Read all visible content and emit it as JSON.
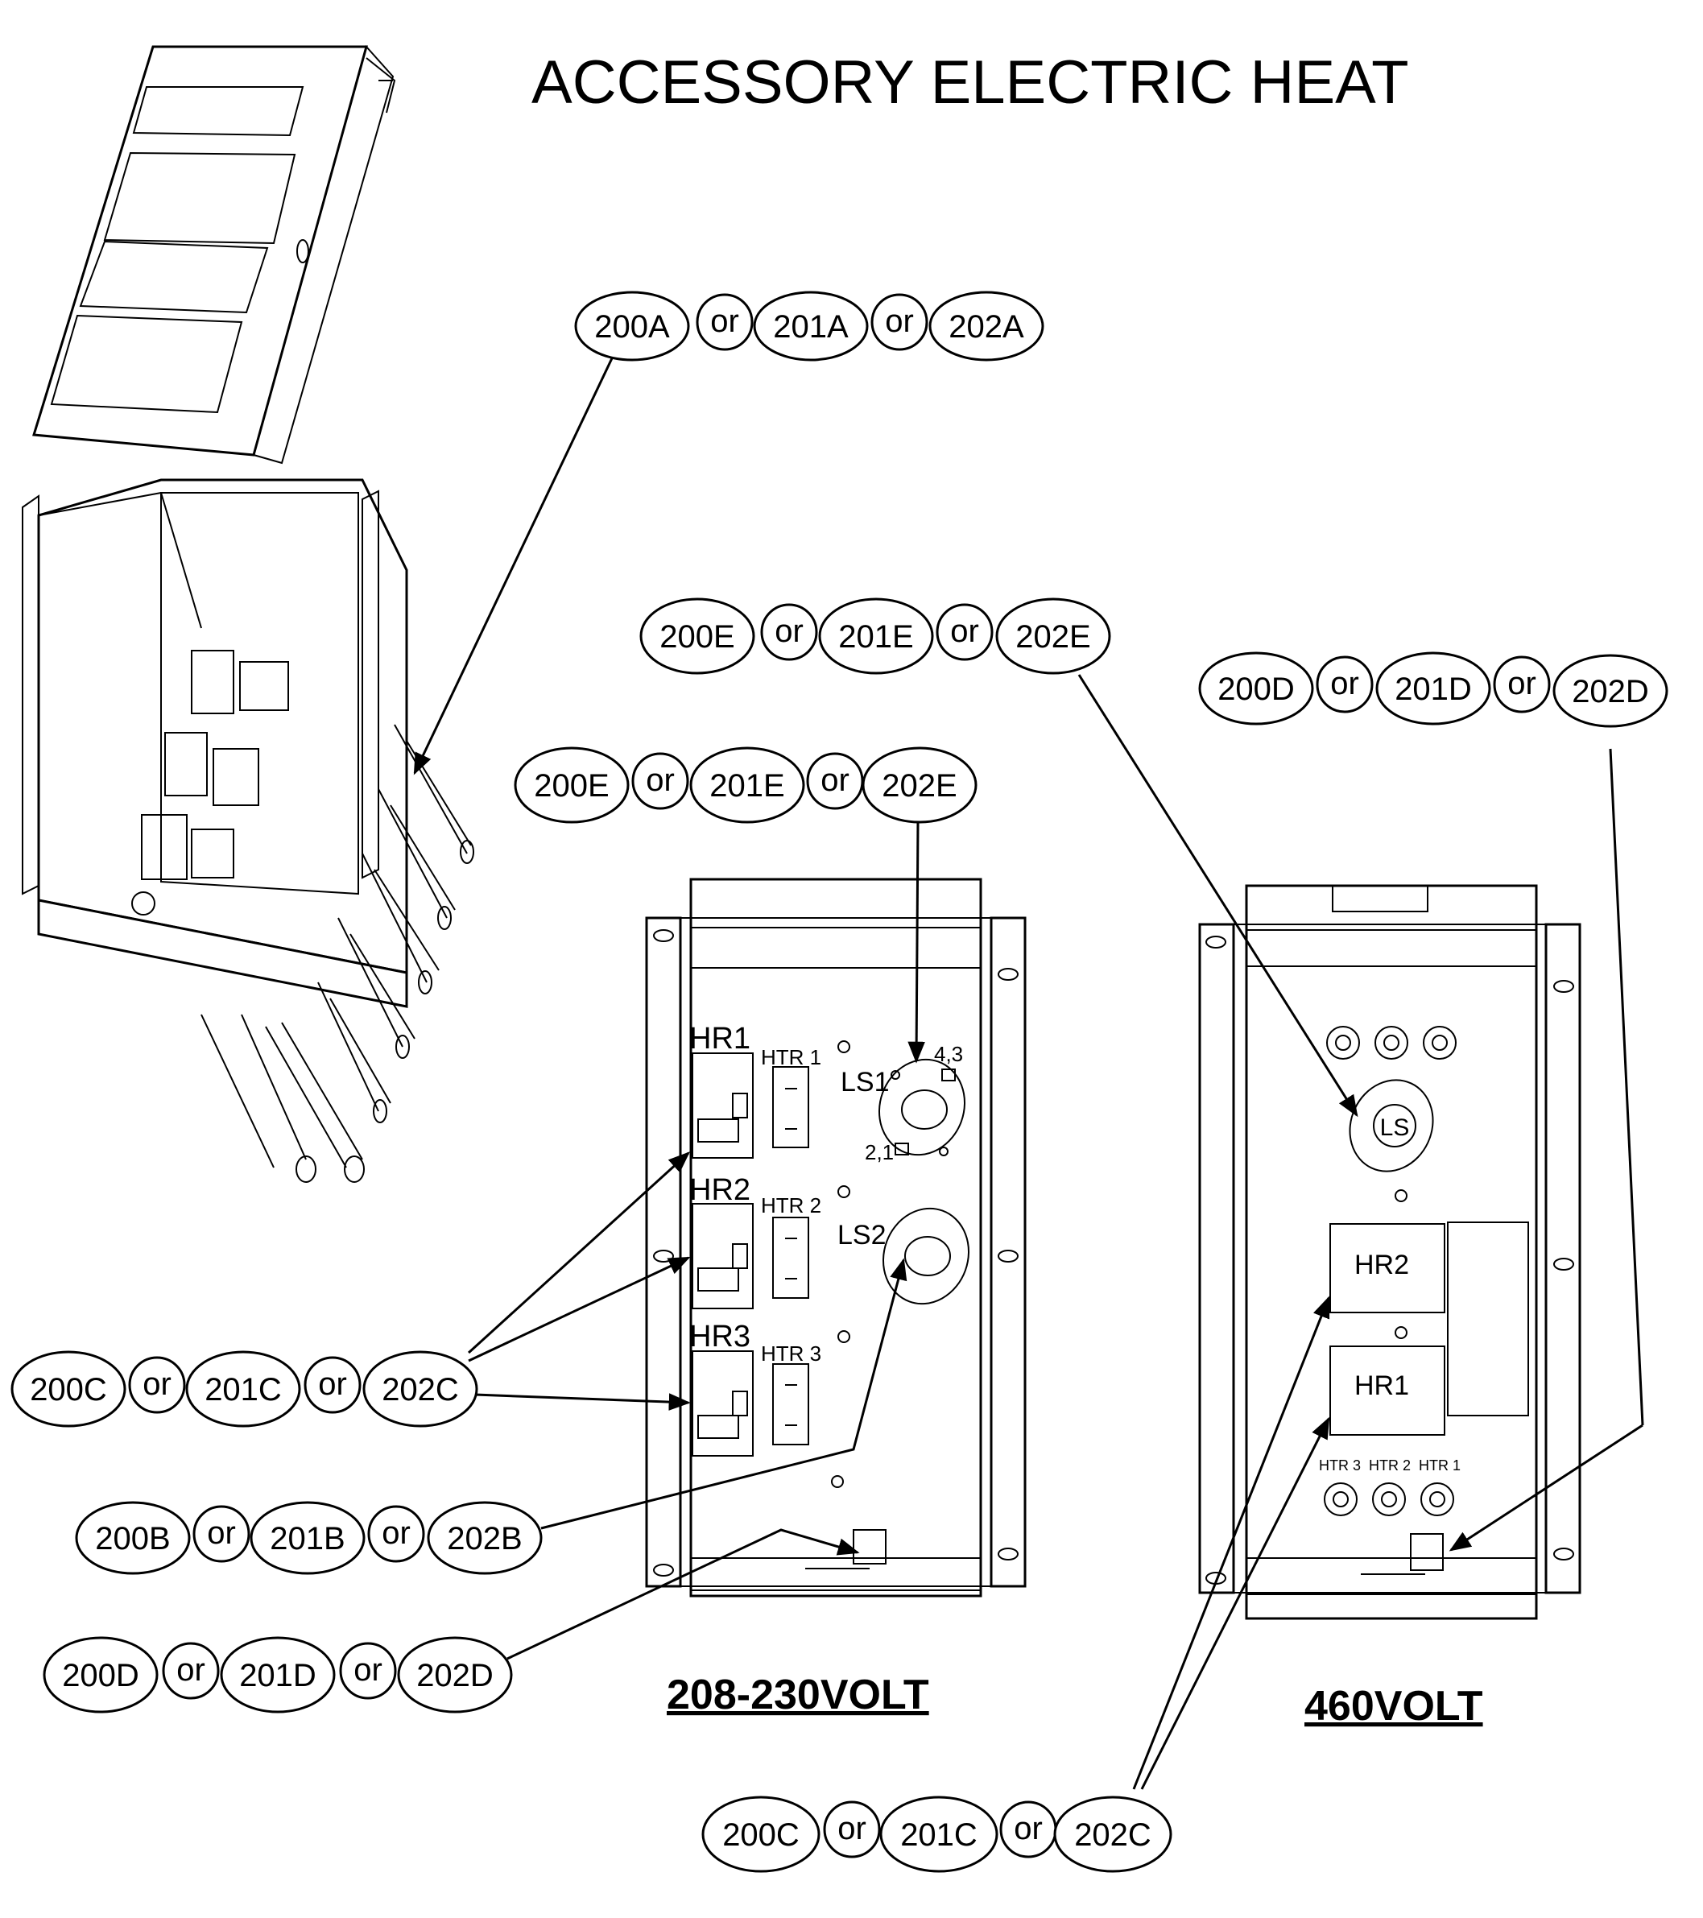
{
  "title": "ACCESSORY ELECTRIC HEAT",
  "callouts": {
    "a": [
      "200A",
      "or",
      "201A",
      "or",
      "202A"
    ],
    "e_right": [
      "200E",
      "or",
      "201E",
      "or",
      "202E"
    ],
    "d_right": [
      "200D",
      "or",
      "201D",
      "or",
      "202D"
    ],
    "e_mid": [
      "200E",
      "or",
      "201E",
      "or",
      "202E"
    ],
    "c_left": [
      "200C",
      "or",
      "201C",
      "or",
      "202C"
    ],
    "b_left": [
      "200B",
      "or",
      "201B",
      "or",
      "202B"
    ],
    "d_left": [
      "200D",
      "or",
      "201D",
      "or",
      "202D"
    ],
    "c_bottom": [
      "200C",
      "or",
      "201C",
      "or",
      "202C"
    ]
  },
  "panel_208": {
    "caption": "208-230VOLT",
    "relays": [
      "HR1",
      "HR2",
      "HR3"
    ],
    "heaters": [
      "HTR 1",
      "HTR 2",
      "HTR 3"
    ],
    "limit_switches": [
      "LS1",
      "LS2"
    ],
    "terminals": [
      "4,3",
      "2,1"
    ]
  },
  "panel_460": {
    "caption": "460VOLT",
    "limit_switch": "LS",
    "relays": [
      "HR2",
      "HR1"
    ],
    "heaters": [
      "HTR 3",
      "HTR 2",
      "HTR 1"
    ]
  }
}
